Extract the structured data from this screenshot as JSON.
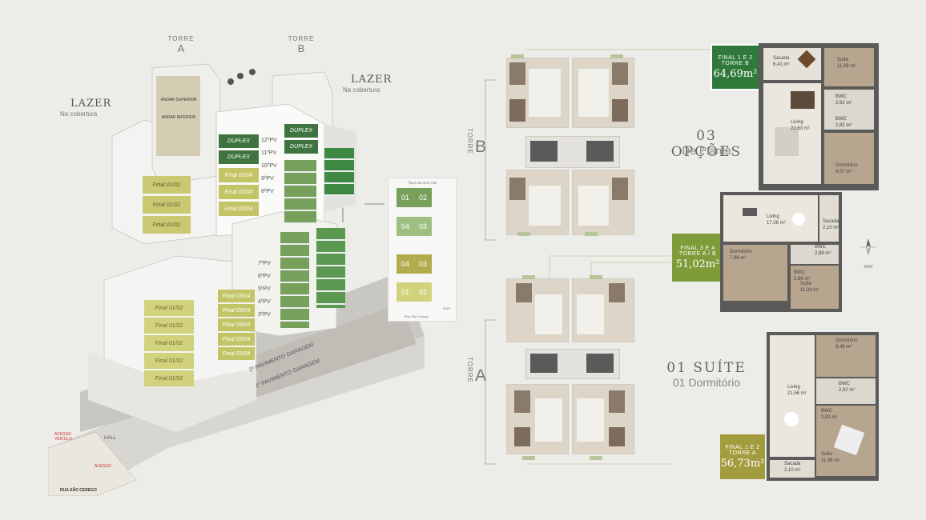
{
  "colors": {
    "dark_green": "#3d7a3a",
    "mid_green": "#76a05b",
    "olive": "#c3c465",
    "light_olive": "#d1d27b",
    "gold": "#9c9a45",
    "background": "#ecece9"
  },
  "left": {
    "torre_a_word": "TORRE",
    "torre_a_letter": "A",
    "torre_b_word": "TORRE",
    "torre_b_letter": "B",
    "lazer_left_title": "LAZER",
    "lazer_left_sub": "Na cobertura",
    "lazer_right_title": "LAZER",
    "lazer_right_sub": "Na cobertura",
    "andar_superior": "ANDAR SUPERIOR",
    "andar_inferior": "ANDAR INFERIOR",
    "duplex_labels": [
      "DUPLEX",
      "DUPLEX",
      "DUPLEX",
      "DUPLEX"
    ],
    "floor_pv_labels": [
      "12ºPV",
      "11ºPV",
      "10ºPV",
      "9ºPV",
      "8ºPV"
    ],
    "floor_pv_lower": [
      "7ºPV",
      "6ºPV",
      "5ºPV",
      "4ºPV",
      "3ºPV"
    ],
    "tower_b_finals_left": [
      "Final 01/02",
      "Final 01/02",
      "Final 01/02"
    ],
    "tower_b_finals_right": [
      "Final 03/04",
      "Final 03/04",
      "Final 03/04"
    ],
    "tower_a_finals_left": [
      "Final 01/02",
      "Final 01/02",
      "Final 01/02",
      "Final 01/02",
      "Final 01/02"
    ],
    "tower_a_finals_right": [
      "Final 03/04",
      "Final 03/04",
      "Final 03/04",
      "Final 03/04",
      "Final 03/04"
    ],
    "garage_1": "2º PAVIMENTO GARAGEM",
    "garage_2": "1º PAVIMENTO GARAGEM",
    "acesso_veiculo": "ACESSO VEÍCULO",
    "hall": "HALL",
    "acesso_pedestre": "ACESSO",
    "street": "RUA SÃO CEREGO",
    "key_title": "Tipos da torre A/B",
    "key_units": [
      "01",
      "02",
      "04",
      "03",
      "04",
      "03",
      "01",
      "02"
    ],
    "key_street": "Rua São Cerego",
    "key_mar": "MAR"
  },
  "right": {
    "torre_b_word": "TORRE",
    "torre_b_letter": "B",
    "torre_a_word": "TORRE",
    "torre_a_letter": "A",
    "opcoes_title": "03 OPÇÕES",
    "opcoes_sub": "De Planta",
    "suite_title": "01 SUÍTE",
    "suite_sub": "01 Dormitório",
    "mar": "MAR",
    "unit_b": {
      "line1": "FINAL 1 E 2",
      "line2": "TORRE B",
      "area": "64,69m²"
    },
    "unit_ab": {
      "line1": "FINAL 3 E 4",
      "line2": "TORRE A / B",
      "area": "51,02m²"
    },
    "unit_a": {
      "line1": "FINAL 1 E 2",
      "line2": "TORRE A",
      "area": "56,73m²"
    },
    "plan_b": {
      "sacada": "Sacada",
      "sacada_area": "6,41 m²",
      "suite": "Suíte",
      "suite_area": "11,08 m²",
      "living": "Living",
      "living_area": "22,63 m²",
      "bwc1": "BWC",
      "bwc1_area": "2,92 m²",
      "bwc2": "BWC",
      "bwc2_area": "2,82 m²",
      "dorm": "Dormitório",
      "dorm_area": "9,07 m²"
    },
    "plan_ab": {
      "living": "Living",
      "living_area": "17,06 m²",
      "sacada": "Sacada",
      "sacada_area": "2,10 m²",
      "dorm": "Dormitório",
      "dorm_area": "7,96 m²",
      "bwc1": "BWC",
      "bwc1_area": "2,88 m²",
      "bwc2": "BWC",
      "bwc2_area": "2,86 m²",
      "suite": "Suíte",
      "suite_area": "11,04 m²"
    },
    "plan_a": {
      "dorm": "Dormitório",
      "dorm_area": "9,49 m²",
      "living": "Living",
      "living_area": "21,56 m²",
      "bwc1": "BWC",
      "bwc1_area": "2,92 m²",
      "bwc2": "BWC",
      "bwc2_area": "2,82 m²",
      "suite": "Suíte",
      "suite_area": "11,08 m²",
      "sacada": "Sacada",
      "sacada_area": "2,10 m²"
    }
  }
}
